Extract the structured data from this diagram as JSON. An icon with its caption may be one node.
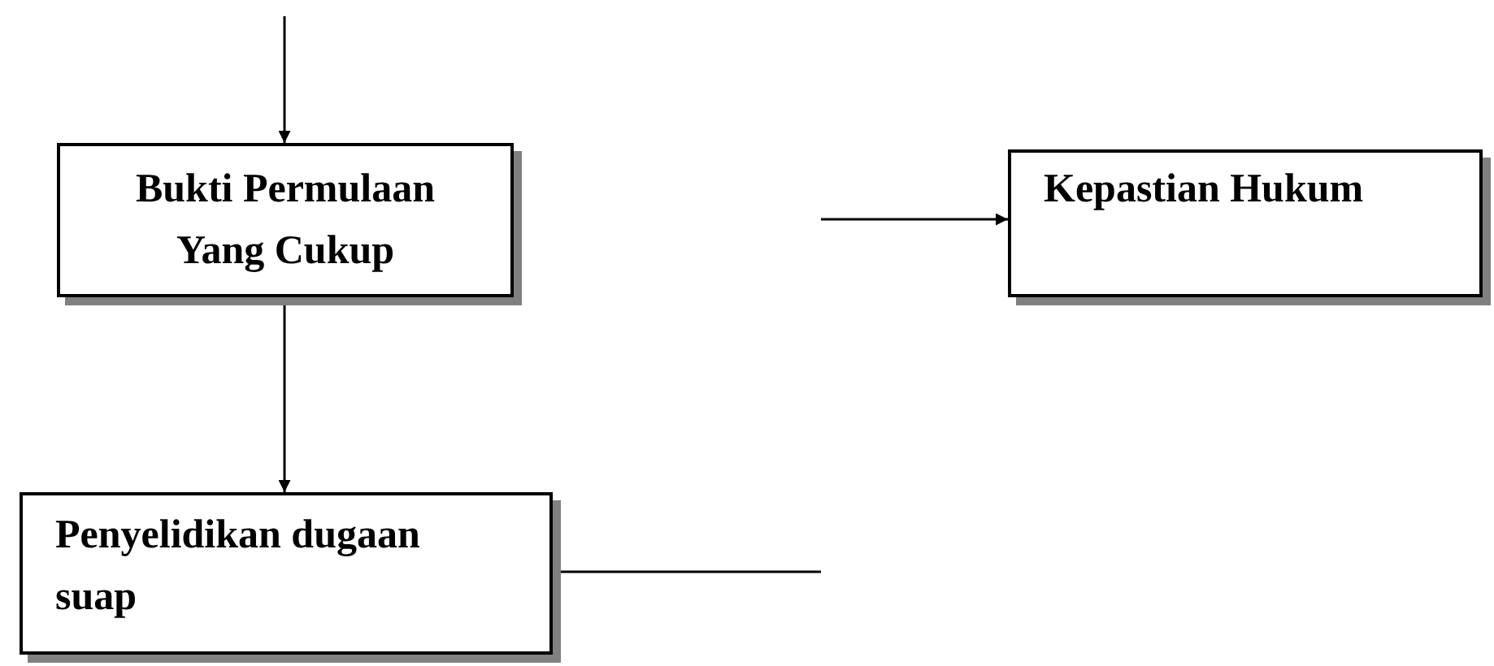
{
  "diagram": {
    "nodes": [
      {
        "text": [
          "Bukti Permulaan Yang Cukup"
        ]
      },
      {
        "text": [
          "Kepastian Hukum"
        ]
      },
      {
        "text": [
          "Penyelidikan dugaan suap"
        ]
      }
    ],
    "edges": [
      {
        "from": null,
        "to": 0,
        "arrow": "to"
      },
      {
        "from": 0,
        "to": 2,
        "arrow": "to"
      },
      {
        "from": null,
        "to": 1,
        "arrow": "to"
      },
      {
        "from": 2,
        "to": null,
        "arrow": "none"
      }
    ]
  }
}
